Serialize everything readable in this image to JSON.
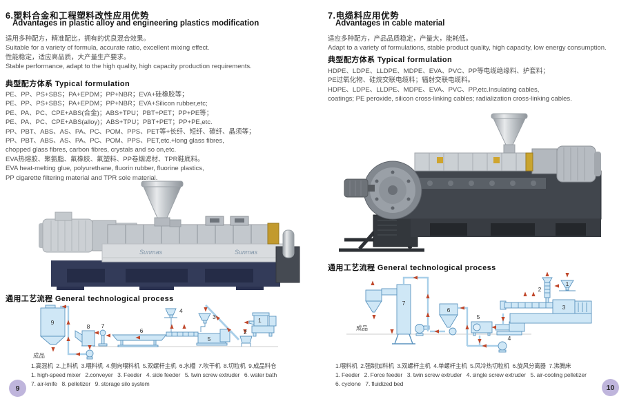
{
  "left": {
    "heading_cn": "6.塑料合金和工程塑料改性应用优势",
    "heading_en": "Advantages in plastic alloy and engineering plastics modification",
    "intro": [
      "适用多种配方，精准配比，拥有的优良混合效果。",
      "Suitable for a variety of formula, accurate ratio, excellent mixing effect.",
      "性能稳定，适应高品质，大产量生产要求。",
      "Stable performance, adapt to the high quality, high capacity production requirements."
    ],
    "formulation_heading": "典型配方体系  Typical formulation",
    "formulation": [
      "PE、PP、PS+SBS；PA+EPDM；PP+NBR；EVA+硅橡胶等；",
      "PE、PP、PS+SBS；PA+EPDM；PP+NBR；EVA+Silicon rubber,etc;",
      "PE、PA、PC、CPE+ABS(合金)；ABS+TPU；PBT+PET；PP+PE等；",
      "PE、PA、PC、CPE+ABS(alloy)；ABS+TPU；PBT+PET；PP+PE,etc.",
      "PP、PBT、ABS、AS、PA、PC、POM、PPS、PET等+长纤、短纤、碳纤、晶须等；",
      "PP、PBT、ABS、AS、PA、PC、POM、PPS、PET,etc.+long glass fibres,",
      "chopped glass fibres, carbon fibres, crystals and so on,etc.",
      "EVA热熔胶、聚氨脂、氟橡胶、氟塑料、PP卷烟滤材、TPR鞋底料。",
      "EVA heat-melting glue, polyurethane, fluorin rubber, fluorine plastics,",
      "PP cigarette filtering material and TPR sole material."
    ],
    "process_heading": "通用工艺流程  General technological process",
    "diagram": {
      "labels": [
        "1",
        "2",
        "3",
        "4",
        "5",
        "6",
        "7",
        "8",
        "9"
      ],
      "finished": "成品"
    },
    "legend": [
      "1.高混机  2.上料机  3.喂料机  4.侧向喂料机  5.双螺杆主机  6.水槽  7.吹干机  8.切粒机  9.成品料仓",
      "1. high-speed mixer   2.conveyer   3. Feeder   4. side feeder   5. twin screw extruder   6. water bath",
      "7. air-knife   8. pelletizer   9. storage silo system"
    ],
    "page_number": "9"
  },
  "right": {
    "heading_cn": "7.电缆料应用优势",
    "heading_en": "Advantages in cable material",
    "intro": [
      "适应多种配方，产品品质稳定，产量大，能耗低。",
      "Adapt to a variety of formulations, stable product quality, high capacity, low energy consumption."
    ],
    "formulation_heading": "典型配方体系  Typical formulation",
    "formulation": [
      "HDPE、LDPE、LLDPE、MDPE、EVA、PVC、PP等电缆绝缘料、护套料；",
      "PE过氧化物、硅烷交联电缆料；辐射交联电缆料。",
      "HDPE、LDPE、LLDPE、MDPE、EVA、PVC、PP,etc.Insulating cables,",
      "coatings; PE peroxide, silicon cross-linking cables; radialization cross-linking cables."
    ],
    "process_heading": "通用工艺流程  General technological process",
    "diagram": {
      "labels": [
        "1",
        "2",
        "3",
        "4",
        "5",
        "6",
        "7"
      ],
      "finished": "成品"
    },
    "legend": [
      "1.喂料机  2.强制加料机  3.双螺杆主机  4.单螺杆主机  5.风冷热切粒机  6.旋风分离器  7.沸腾床",
      "1. Feeder   2. Force feeder   3. twin screw extruder   4. single screw extruder   5. air-cooling pelletizer",
      "6. cyclone   7. fluidized bed"
    ],
    "page_number": "10"
  },
  "brand": {
    "machine_logo": "Sunmas"
  },
  "icons": {
    "flow_arrow": "small-red-triangle"
  },
  "colors": {
    "page_number_bg": "#bfb5dc",
    "diagram_fill": "#cfe7f6",
    "diagram_stroke": "#5b94bf",
    "flow_arrow": "#c0472a",
    "machine_base_navy": "#333b59"
  }
}
